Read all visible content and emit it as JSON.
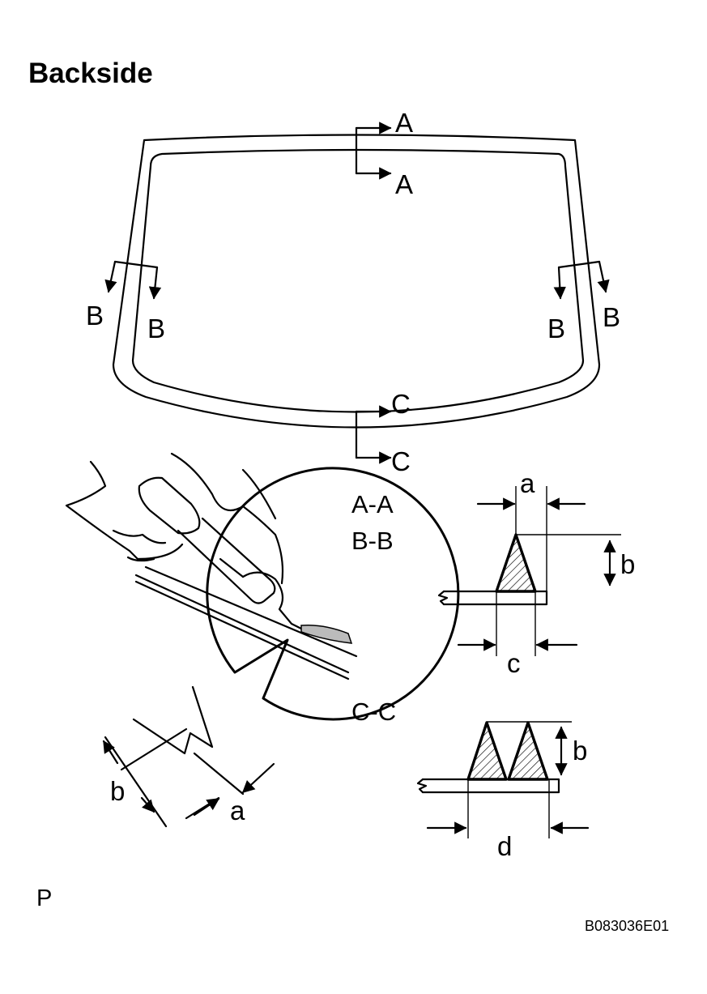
{
  "title": "Backside",
  "section_marks": {
    "a_top": "A",
    "a_bottom": "A",
    "b_left_outer": "B",
    "b_left_inner": "B",
    "b_right_inner": "B",
    "b_right_outer": "B",
    "c_top": "C",
    "c_bottom": "C"
  },
  "section_titles": {
    "aa": "A-A",
    "bb": "B-B",
    "cc": "C-C"
  },
  "dimension_labels": {
    "a_upper": "a",
    "b_upper": "b",
    "c_upper": "c",
    "b_lower": "b",
    "d_lower": "d",
    "b_detail": "b",
    "a_detail": "a"
  },
  "corner_mark": "P",
  "figure_code": "B083036E01"
}
